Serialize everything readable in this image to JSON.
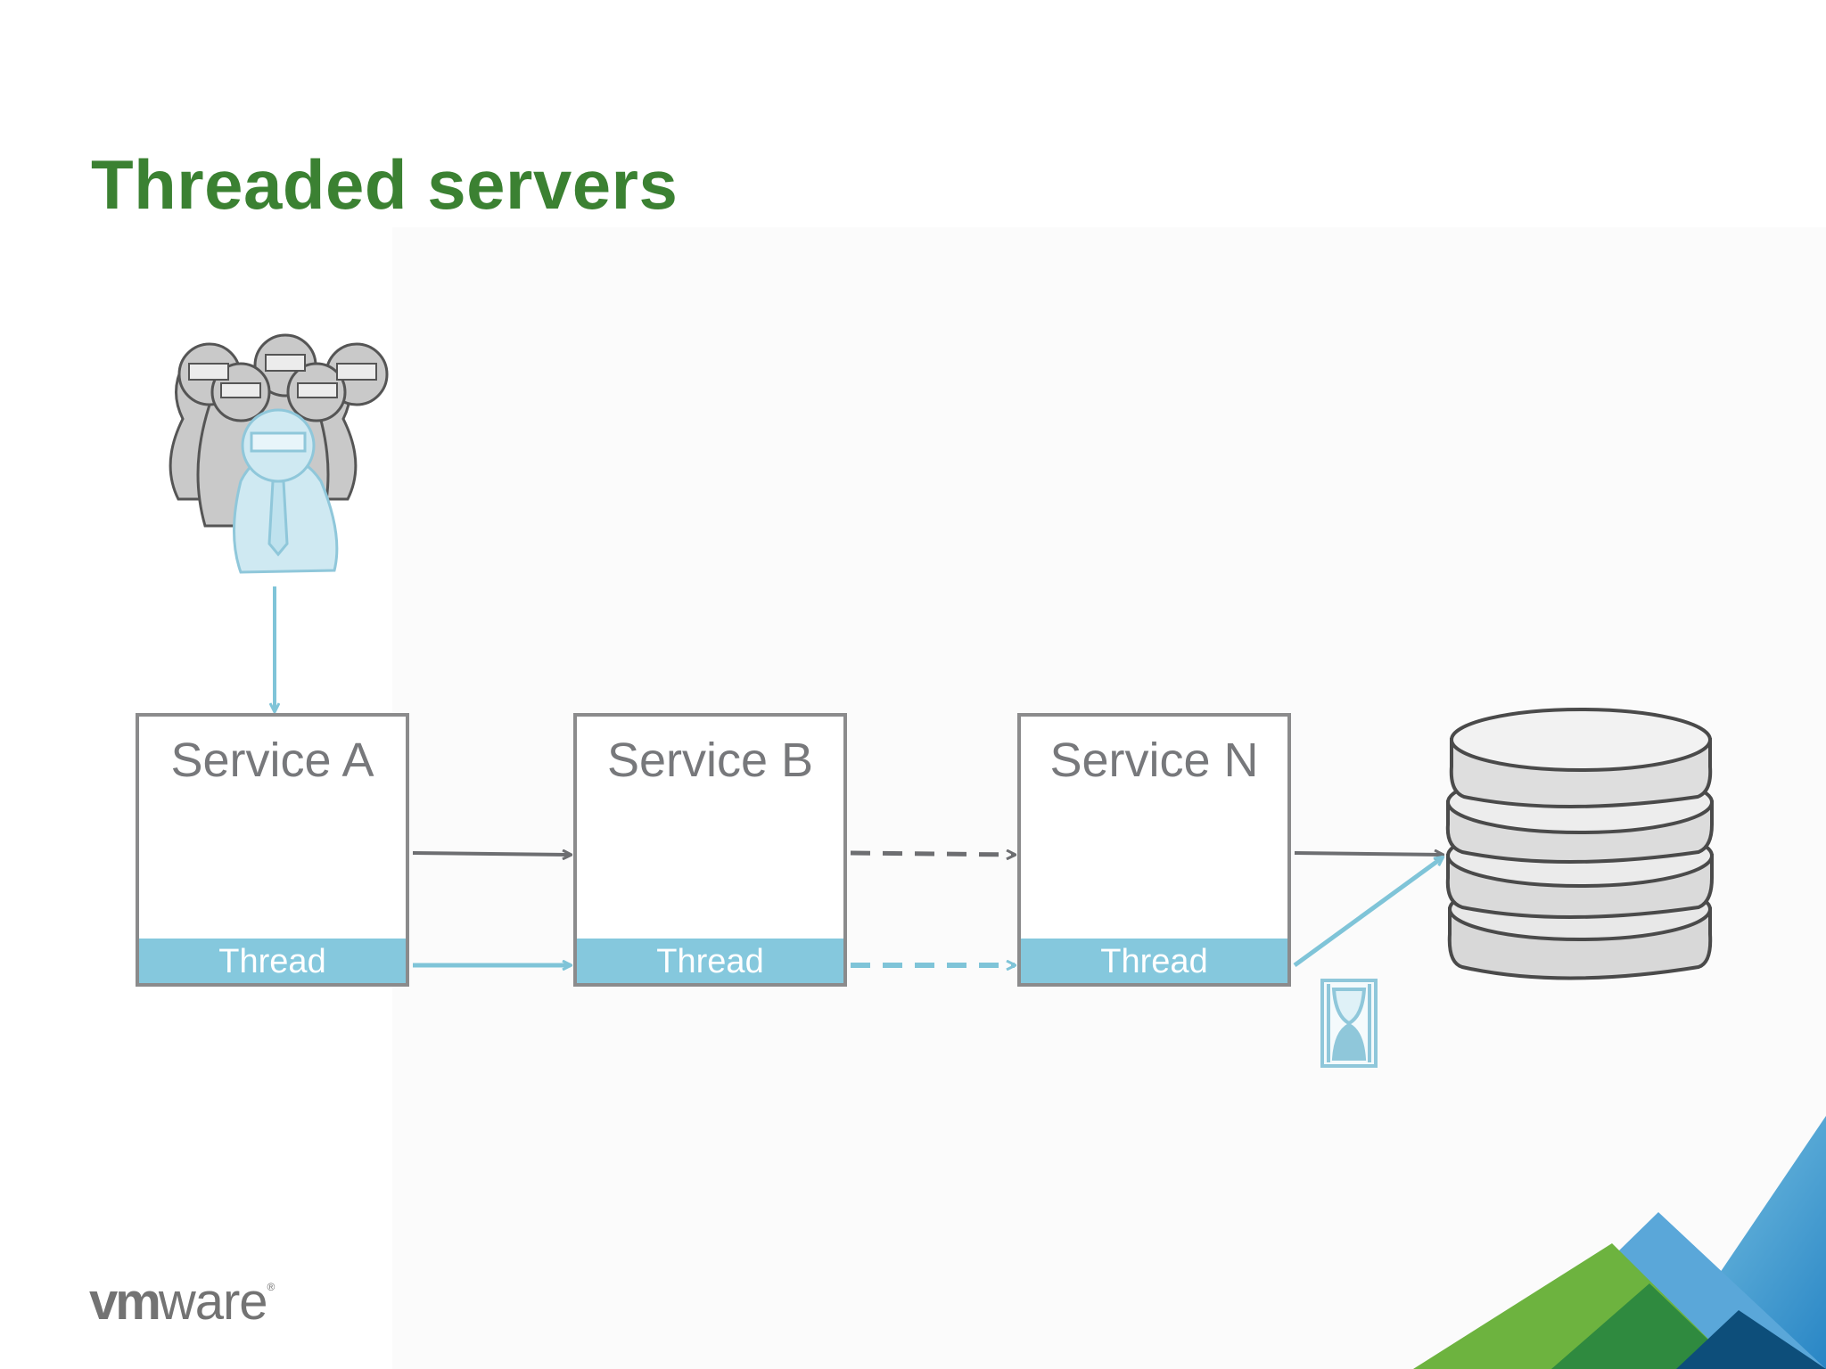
{
  "slide": {
    "title": "Threaded servers"
  },
  "services": [
    {
      "name": "Service A",
      "thread_label": "Thread"
    },
    {
      "name": "Service B",
      "thread_label": "Thread"
    },
    {
      "name": "Service N",
      "thread_label": "Thread"
    }
  ],
  "icons": {
    "users": "users-crowd-icon",
    "database": "database-icon",
    "waiting": "hourglass-icon"
  },
  "brand": {
    "logo_vm": "vm",
    "logo_ware": "ware",
    "logo_reg": "®"
  },
  "colors": {
    "title": "#3b8132",
    "thread": "#85c8dd",
    "box_border": "#8b8b8c",
    "request_arrow": "#7fc4d8",
    "call_arrow": "#6d6e71"
  }
}
